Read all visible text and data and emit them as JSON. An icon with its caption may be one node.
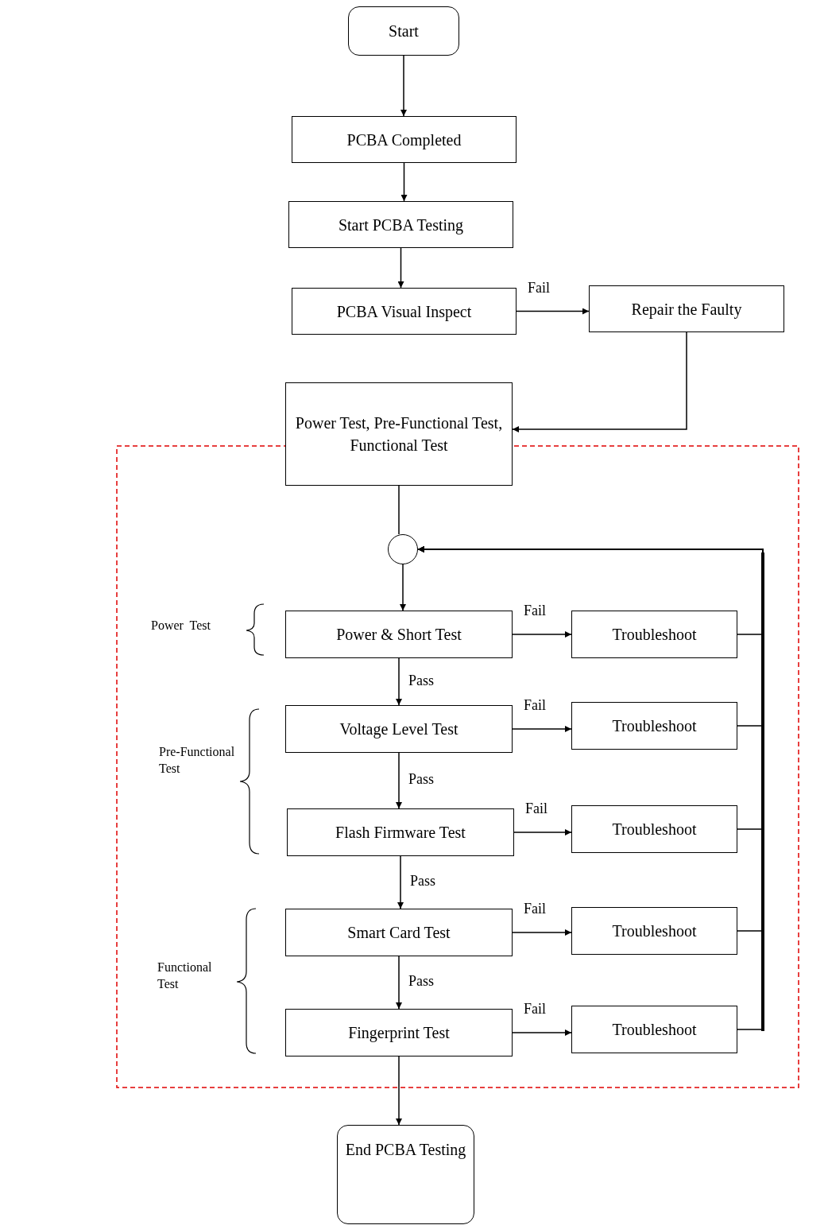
{
  "diagram": {
    "nodes": [
      {
        "text": [
          "Start"
        ]
      },
      {
        "text": [
          "PCBA Completed"
        ]
      },
      {
        "text": [
          "Start PCBA Testing"
        ]
      },
      {
        "text": [
          "PCBA Visual Inspect"
        ]
      },
      {
        "text": [
          "Repair the Faulty"
        ]
      },
      {
        "text": [
          "Power Test, Pre-Functional Test, Functional Test"
        ]
      },
      {
        "text": [],
        "shape": "circle"
      },
      {
        "text": [
          "Power & Short Test"
        ]
      },
      {
        "text": [
          "Voltage Level Test"
        ]
      },
      {
        "text": [
          "Flash Firmware Test"
        ]
      },
      {
        "text": [
          "Smart Card Test"
        ]
      },
      {
        "text": [
          "Fingerprint Test"
        ]
      },
      {
        "text": [
          "Troubleshoot"
        ]
      },
      {
        "text": [
          "Troubleshoot"
        ]
      },
      {
        "text": [
          "Troubleshoot"
        ]
      },
      {
        "text": [
          "Troubleshoot"
        ]
      },
      {
        "text": [
          "Troubleshoot"
        ]
      },
      {
        "text": [
          "End PCBA Testing"
        ]
      }
    ],
    "edges": [
      {
        "from": 0,
        "to": 1,
        "arrow": "to"
      },
      {
        "from": 1,
        "to": 2,
        "arrow": "to"
      },
      {
        "from": 2,
        "to": 3,
        "arrow": "to"
      },
      {
        "from": 3,
        "to": 4,
        "arrow": "to",
        "label": "Fail"
      },
      {
        "from": 4,
        "to": 5,
        "arrow": "to"
      },
      {
        "from": 5,
        "to": 6,
        "arrow": "none"
      },
      {
        "from": 6,
        "to": 7,
        "arrow": "to"
      },
      {
        "from": 7,
        "to": 12,
        "arrow": "to",
        "label": "Fail"
      },
      {
        "from": 7,
        "to": 8,
        "arrow": "to",
        "label": "Pass"
      },
      {
        "from": 8,
        "to": 13,
        "arrow": "to",
        "label": "Fail"
      },
      {
        "from": 8,
        "to": 9,
        "arrow": "to",
        "label": "Pass"
      },
      {
        "from": 9,
        "to": 14,
        "arrow": "to",
        "label": "Fail"
      },
      {
        "from": 9,
        "to": 10,
        "arrow": "to",
        "label": "Pass"
      },
      {
        "from": 10,
        "to": 15,
        "arrow": "to",
        "label": "Fail"
      },
      {
        "from": 10,
        "to": 11,
        "arrow": "to",
        "label": "Pass"
      },
      {
        "from": 11,
        "to": 16,
        "arrow": "to",
        "label": "Fail"
      },
      {
        "from": 12,
        "to": 6,
        "arrow": "to"
      },
      {
        "from": 13,
        "to": 6,
        "arrow": "to"
      },
      {
        "from": 14,
        "to": 6,
        "arrow": "to"
      },
      {
        "from": 15,
        "to": 6,
        "arrow": "to"
      },
      {
        "from": 16,
        "to": 6,
        "arrow": "to"
      },
      {
        "from": 11,
        "to": 17,
        "arrow": "to"
      }
    ],
    "labels": [
      "Power  Test",
      "Pre-Functional Test",
      "Functional Test"
    ]
  }
}
